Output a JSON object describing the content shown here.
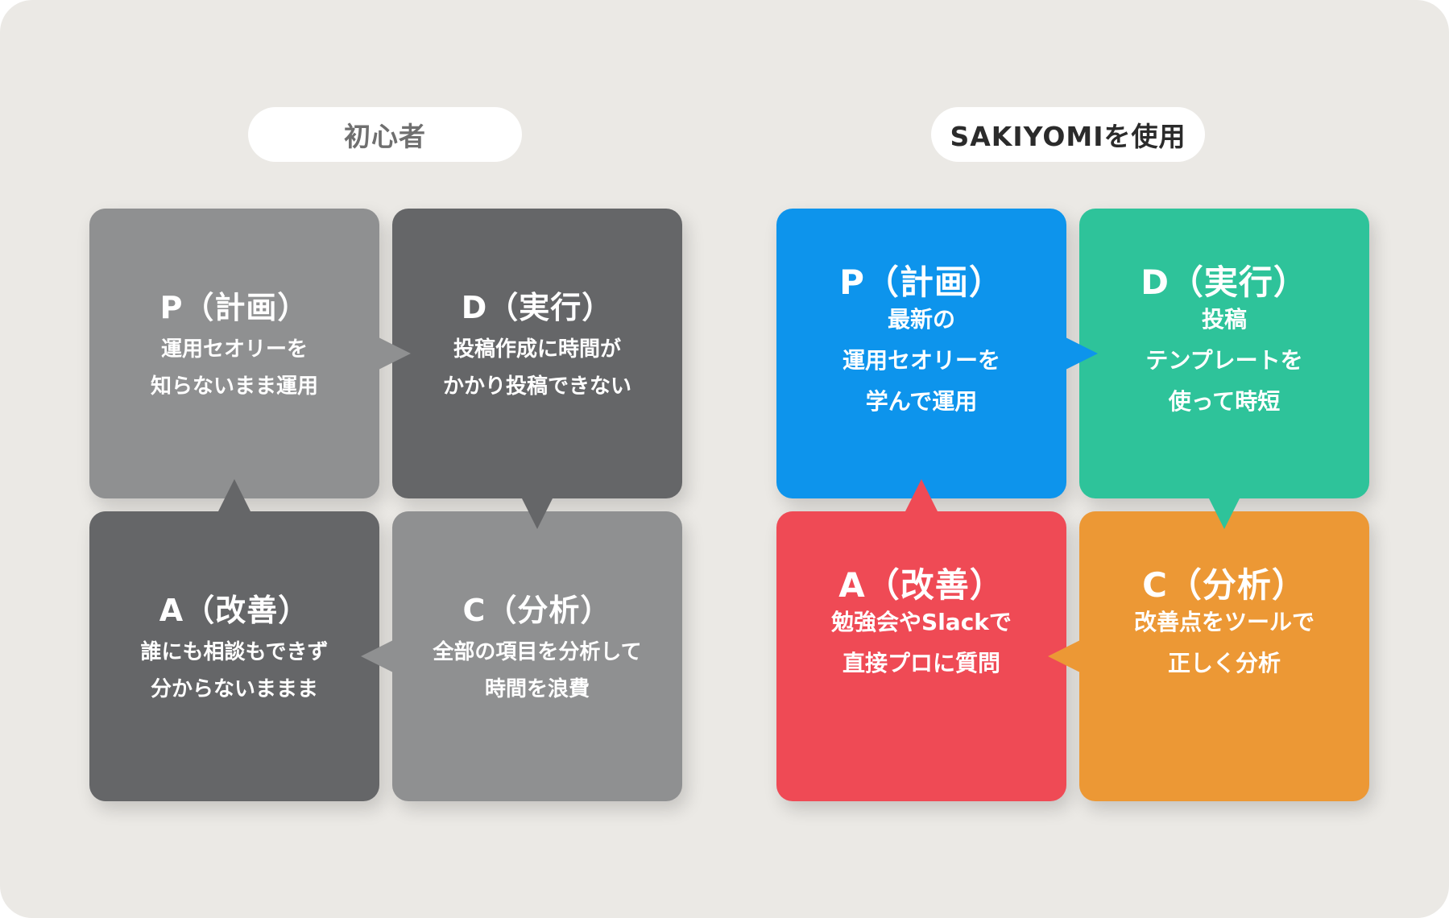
{
  "colors": {
    "background": "#ebe9e5",
    "light_gray": "#8f9091",
    "dark_gray": "#656668",
    "blue": "#0d94ec",
    "green": "#2ec39a",
    "red": "#ef4a55",
    "orange": "#ec9835"
  },
  "left": {
    "label": "初心者",
    "plan": {
      "title": "P（計画）",
      "desc": "運用セオリーを\n知らないまま運用"
    },
    "do": {
      "title": "D（実行）",
      "desc": "投稿作成に時間が\nかかり投稿できない"
    },
    "act": {
      "title": "A（改善）",
      "desc": "誰にも相談もできず\n分からないままま"
    },
    "check": {
      "title": "C（分析）",
      "desc": "全部の項目を分析して\n時間を浪費"
    }
  },
  "right": {
    "label": "SAKIYOMIを使用",
    "plan": {
      "title": "P（計画）",
      "desc": "最新の\n運用セオリーを\n学んで運用"
    },
    "do": {
      "title": "D（実行）",
      "desc": "投稿\nテンプレートを\n使って時短"
    },
    "act": {
      "title": "A（改善）",
      "desc": "勉強会やSlackで\n直接プロに質問"
    },
    "check": {
      "title": "C（分析）",
      "desc": "改善点をツールで\n正しく分析"
    }
  }
}
